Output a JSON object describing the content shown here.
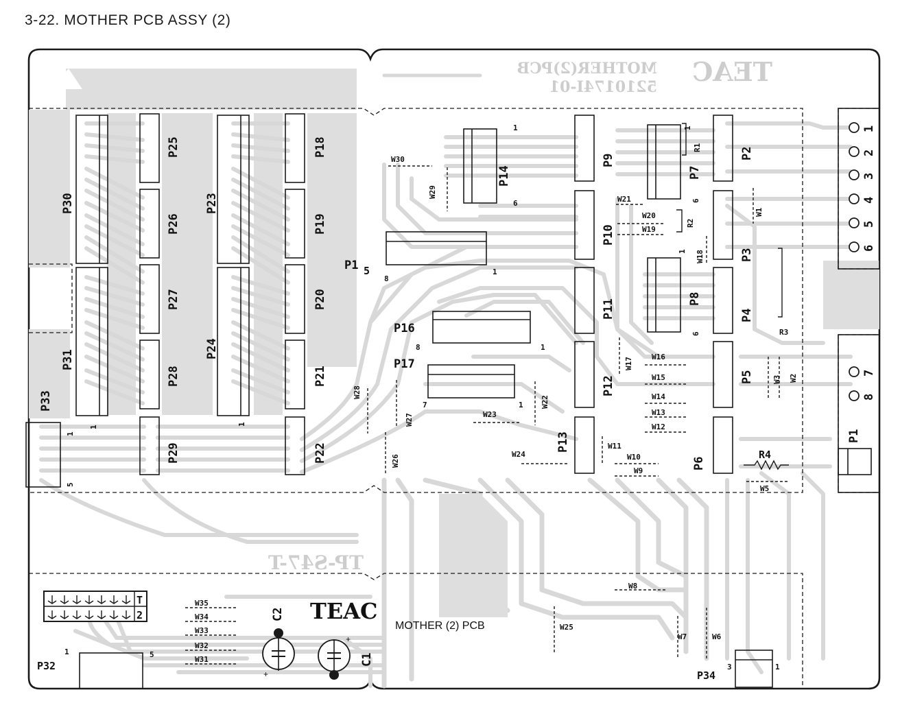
{
  "page": {
    "title": "3-22. MOTHER PCB ASSY (2)"
  },
  "board": {
    "mirrored_brand": "TEAC",
    "mirrored_name": "MOTHER(2)PCB",
    "mirrored_part": "5210174I-01",
    "silk_brand": "TEAC",
    "silk_name": "MOTHER (2) PCB",
    "mirrored_test_point": "TP-S47-T",
    "trace_color": "#d8d8d8",
    "board_outline_color": "#1a1a1a",
    "fill_color": "#ffffff"
  },
  "connectors": {
    "p1": "P1",
    "p2": "P2",
    "p3": "P3",
    "p4": "P4",
    "p5": "P5",
    "p6": "P6",
    "p7": "P7",
    "p8": "P8",
    "p9": "P9",
    "p10": "P10",
    "p11": "P11",
    "p12": "P12",
    "p13": "P13",
    "p14": "P14",
    "p15": "P1",
    "p15_tail": "5",
    "p16": "P16",
    "p17": "P17",
    "p18": "P18",
    "p19": "P19",
    "p20": "P20",
    "p21": "P21",
    "p22": "P22",
    "p23": "P23",
    "p24": "P24",
    "p25": "P25",
    "p26": "P26",
    "p27": "P27",
    "p28": "P28",
    "p29": "P29",
    "p30": "P30",
    "p31": "P31",
    "p32": "P32",
    "p33": "P33",
    "p34": "P34"
  },
  "jumpers": {
    "w1": "W1",
    "w2": "W2",
    "w3": "W3",
    "w5": "W5",
    "w6": "W6",
    "w7": "W7",
    "w8": "W8",
    "w9": "W9",
    "w10": "W10",
    "w11": "W11",
    "w12": "W12",
    "w13": "W13",
    "w14": "W14",
    "w15": "W15",
    "w16": "W16",
    "w17": "W17",
    "w18": "W18",
    "w19": "W19",
    "w20": "W20",
    "w21": "W21",
    "w22": "W22",
    "w23": "W23",
    "w24": "W24",
    "w25": "W25",
    "w26": "W26",
    "w27": "W27",
    "w28": "W28",
    "w29": "W29",
    "w30": "W30",
    "w31": "W31",
    "w32": "W32",
    "w33": "W33",
    "w34": "W34",
    "w35": "W35"
  },
  "parts": {
    "r1": "R1",
    "r2": "R2",
    "r3": "R3",
    "r4": "R4",
    "c1": "C1",
    "c2": "C2"
  },
  "pins": {
    "one": "1",
    "two": "2",
    "three": "3",
    "four": "4",
    "five": "5",
    "six": "6",
    "seven": "7",
    "eight": "8",
    "t": "T"
  },
  "terminals": [
    "1",
    "2",
    "3",
    "4",
    "5",
    "6",
    "7",
    "8"
  ]
}
